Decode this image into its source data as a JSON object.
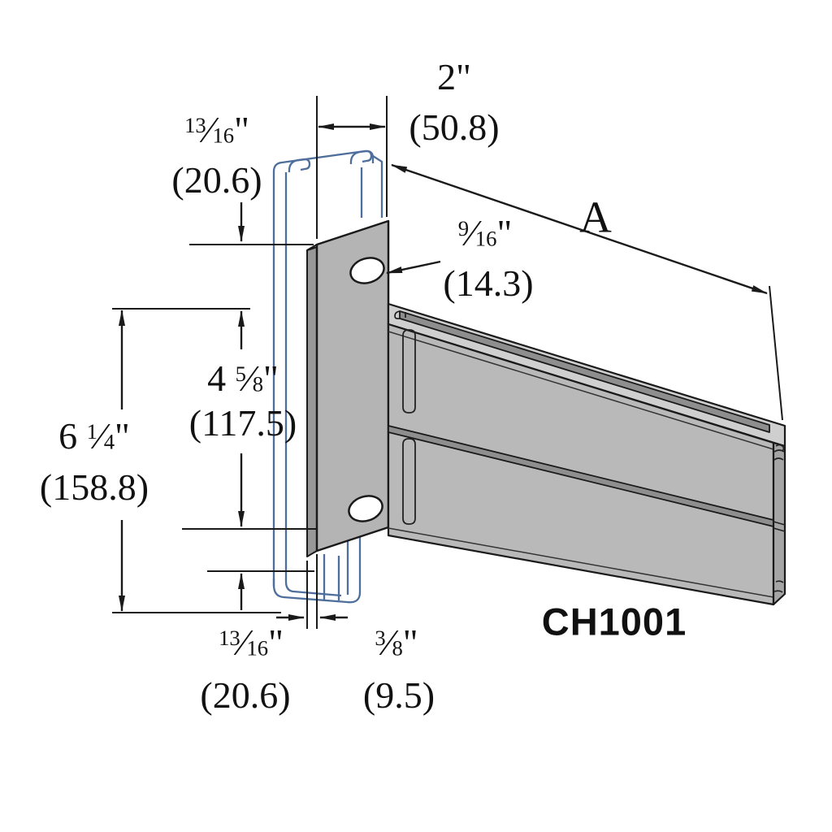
{
  "part_number": "CH1001",
  "length_label": "A",
  "dims": {
    "width_in": "2\"",
    "width_mm": "(50.8)",
    "top_offset_in": "13/16\"",
    "top_offset_mm": "(20.6)",
    "hole_dia_in": "9/16\"",
    "hole_dia_mm": "(14.3)",
    "hole_spacing_in": "4 5/8\"",
    "hole_spacing_mm": "(117.5)",
    "height_in": "6 1/4\"",
    "height_mm": "(158.8)",
    "bottom_offset_in": "13/16\"",
    "bottom_offset_mm": "(20.6)",
    "thickness_in": "3/8\"",
    "thickness_mm": "(9.5)"
  },
  "colors": {
    "channel_outline": "#4e6f9c",
    "plate_front": "#b4b4b4",
    "plate_side": "#989898",
    "plate_top": "#d8d8d8",
    "arm_top": "#cfcfcf",
    "arm_front": "#b9b9b9",
    "arm_end": "#a5a5a5",
    "slot": "#8e8e8e",
    "junction": "#8e8e8e",
    "line": "#1a1a1a"
  }
}
